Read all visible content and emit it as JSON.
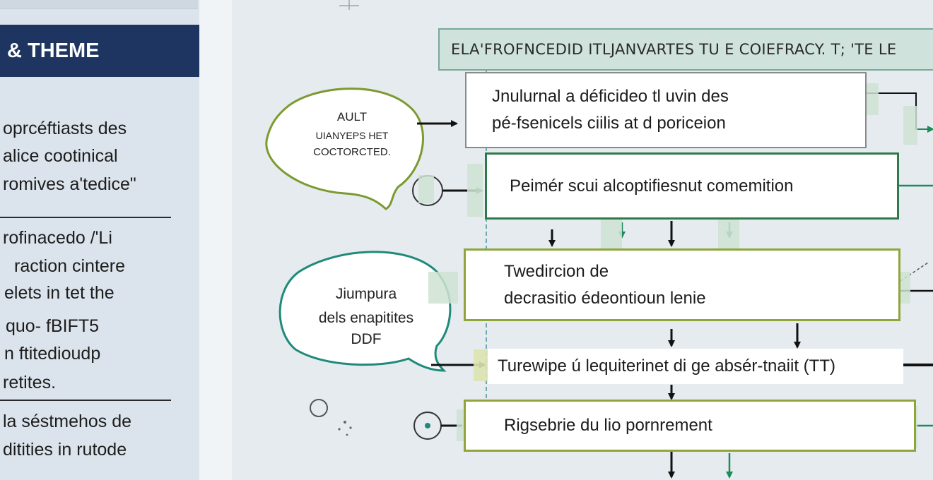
{
  "sidebar": {
    "header": "& THEME",
    "lines": [
      "oprcéftiasts des",
      "alice cootinical",
      "romives a'tedice\"",
      "rofinacedo /'Li",
      "raction cintere",
      "elets in tet the",
      "quo- fBIFT5",
      "n ftitedioudp",
      "retites.",
      "la séstmehos de",
      "ditities in rutode"
    ]
  },
  "diagram": {
    "title": "ELA'FROFNCEDID  ITLJANVARTES TU E COIEFRACY. T; 'TE LE",
    "bubbles": [
      {
        "lines": [
          "AULT",
          "UIANYEPS HET",
          "COCTORCTED."
        ]
      },
      {
        "lines": [
          "Jiumpura",
          "dels enapitites",
          "DDF"
        ]
      }
    ],
    "steps": [
      {
        "lines": [
          "Jnulurnal a déficideo tl uvin des",
          "pé-fsenicels ciilis at d poriceion"
        ]
      },
      {
        "lines": [
          "Peimér scui alcoptifiesnut comemition"
        ]
      },
      {
        "lines": [
          "Twedircion de",
          "decrasitio édeontioun lenie"
        ]
      },
      {
        "lines": [
          "Turewipe ú lequiterinet di ge absér-tnaiit (TT)"
        ]
      },
      {
        "lines": [
          "Rigsebrie du lio pornrement"
        ]
      }
    ],
    "colors": {
      "title_bg": "#cfe3dc",
      "box_border_green": "#2f7a4a",
      "box_border_olive": "#8fa53a",
      "bubble_green": "#7c9a2e",
      "bubble_teal": "#1f8a7a",
      "arrow": "#111111",
      "arrow_green": "#1f8a5a"
    }
  }
}
